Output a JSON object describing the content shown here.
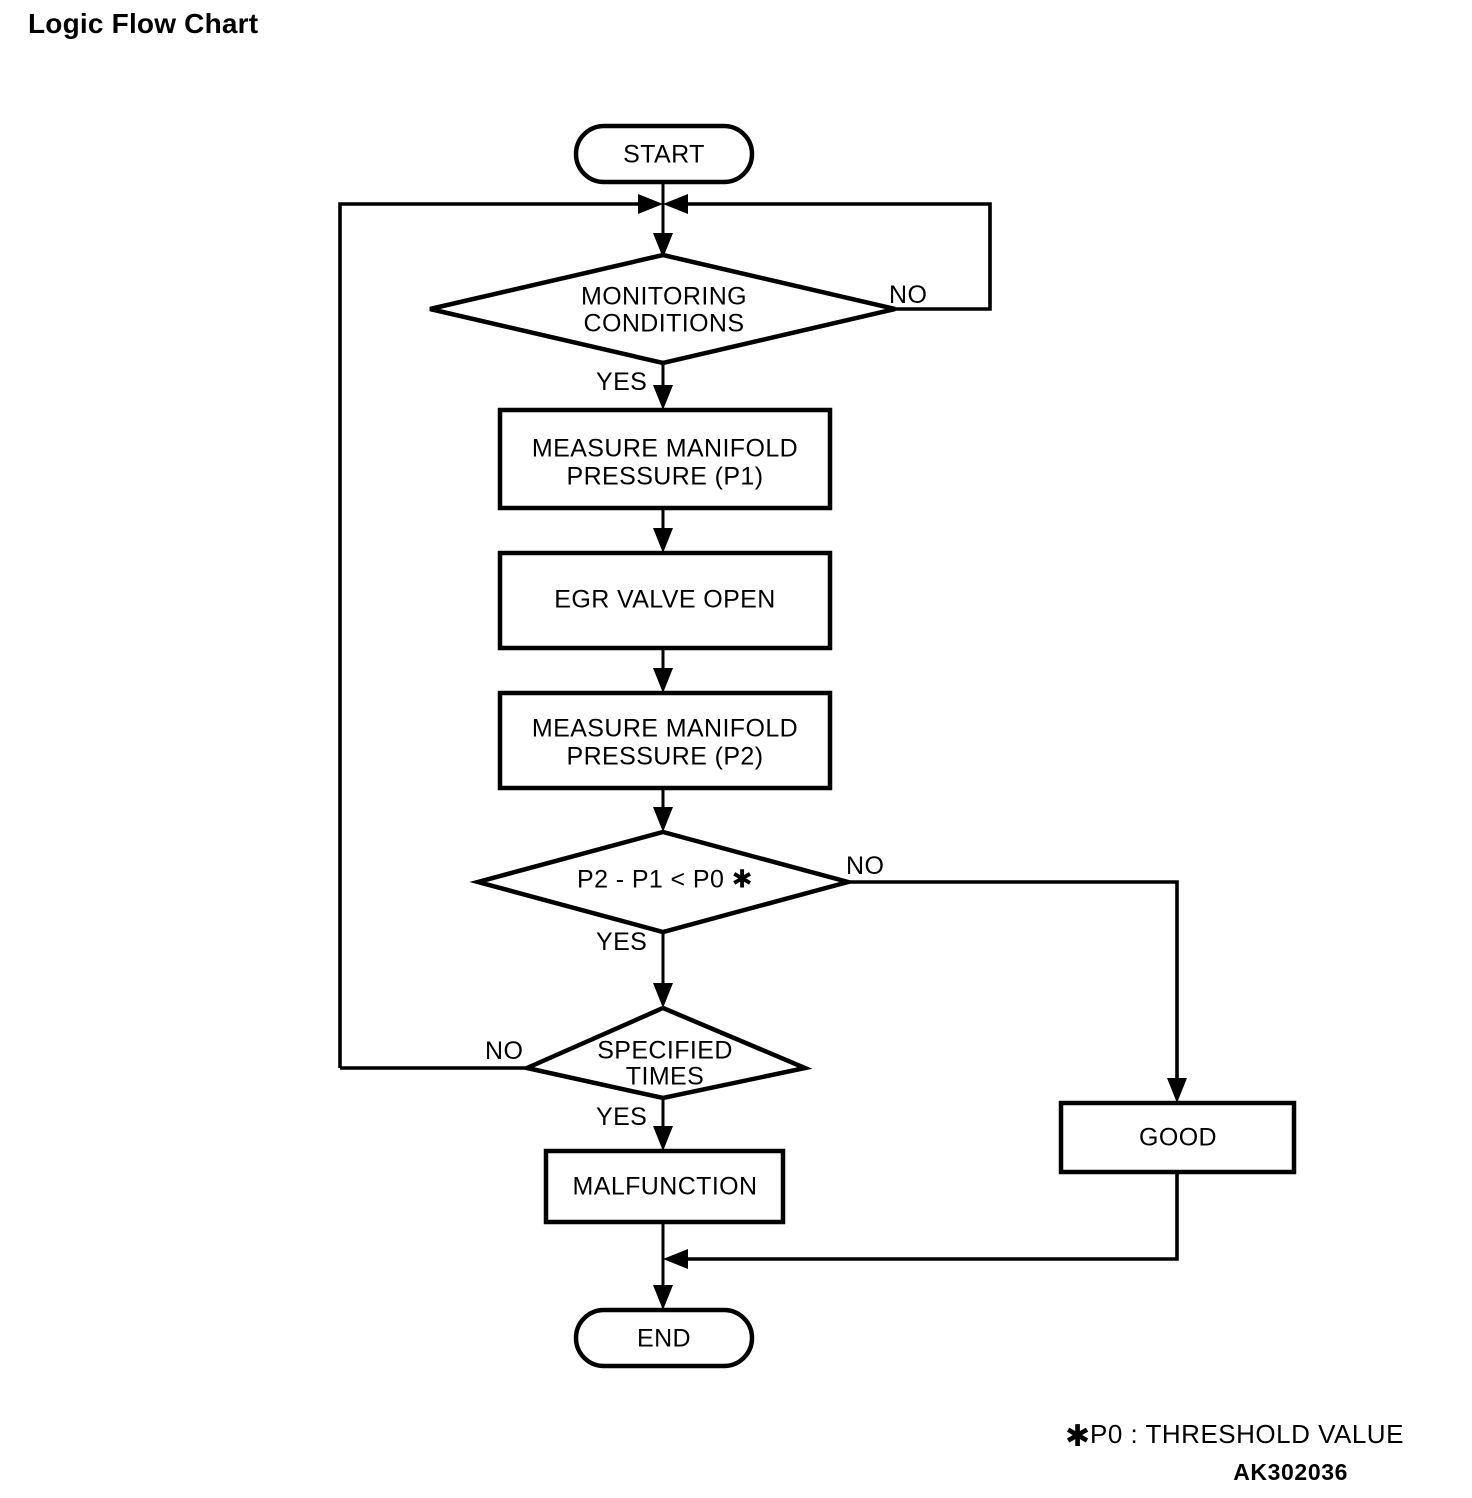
{
  "page": {
    "title": "Logic Flow Chart",
    "diagram_code": "AK302036"
  },
  "footnote": {
    "marker": "✱",
    "text": "P0 : THRESHOLD VALUE"
  },
  "nodes": {
    "start": {
      "label": "START",
      "type": "terminator"
    },
    "monitoring": {
      "label_line1": "MONITORING",
      "label_line2": "CONDITIONS",
      "type": "decision"
    },
    "measure_p1": {
      "label_line1": "MEASURE MANIFOLD",
      "label_line2": "PRESSURE (P1)",
      "type": "process"
    },
    "egr_valve": {
      "label": "EGR VALVE OPEN",
      "type": "process"
    },
    "measure_p2": {
      "label_line1": "MEASURE MANIFOLD",
      "label_line2": "PRESSURE (P2)",
      "type": "process"
    },
    "compare": {
      "label": "P2 - P1 < P0 ✱",
      "type": "decision"
    },
    "specified_times": {
      "label_line1": "SPECIFIED",
      "label_line2": "TIMES",
      "type": "decision"
    },
    "malfunction": {
      "label": "MALFUNCTION",
      "type": "process"
    },
    "good": {
      "label": "GOOD",
      "type": "process"
    },
    "end": {
      "label": "END",
      "type": "terminator"
    }
  },
  "branch_labels": {
    "monitoring_no": "NO",
    "monitoring_yes": "YES",
    "compare_no": "NO",
    "compare_yes": "YES",
    "specified_no": "NO",
    "specified_yes": "YES"
  },
  "chart_data": {
    "type": "flowchart",
    "title": "Logic Flow Chart",
    "nodes": [
      {
        "id": "start",
        "text": "START",
        "shape": "terminator"
      },
      {
        "id": "monitoring",
        "text": "MONITORING CONDITIONS",
        "shape": "decision"
      },
      {
        "id": "measure_p1",
        "text": "MEASURE MANIFOLD PRESSURE (P1)",
        "shape": "process"
      },
      {
        "id": "egr_valve",
        "text": "EGR VALVE OPEN",
        "shape": "process"
      },
      {
        "id": "measure_p2",
        "text": "MEASURE MANIFOLD PRESSURE (P2)",
        "shape": "process"
      },
      {
        "id": "compare",
        "text": "P2 - P1 < P0 ✱",
        "shape": "decision"
      },
      {
        "id": "specified_times",
        "text": "SPECIFIED TIMES",
        "shape": "decision"
      },
      {
        "id": "malfunction",
        "text": "MALFUNCTION",
        "shape": "process"
      },
      {
        "id": "good",
        "text": "GOOD",
        "shape": "process"
      },
      {
        "id": "end",
        "text": "END",
        "shape": "terminator"
      }
    ],
    "edges": [
      {
        "from": "start",
        "to": "monitoring",
        "label": ""
      },
      {
        "from": "monitoring",
        "to": "monitoring",
        "label": "NO",
        "note": "loops back to input junction above MONITORING CONDITIONS"
      },
      {
        "from": "monitoring",
        "to": "measure_p1",
        "label": "YES"
      },
      {
        "from": "measure_p1",
        "to": "egr_valve",
        "label": ""
      },
      {
        "from": "egr_valve",
        "to": "measure_p2",
        "label": ""
      },
      {
        "from": "measure_p2",
        "to": "compare",
        "label": ""
      },
      {
        "from": "compare",
        "to": "good",
        "label": "NO"
      },
      {
        "from": "compare",
        "to": "specified_times",
        "label": "YES"
      },
      {
        "from": "specified_times",
        "to": "monitoring",
        "label": "NO",
        "note": "loops back left to input junction"
      },
      {
        "from": "specified_times",
        "to": "malfunction",
        "label": "YES"
      },
      {
        "from": "malfunction",
        "to": "end",
        "label": ""
      },
      {
        "from": "good",
        "to": "end",
        "label": ""
      }
    ],
    "annotations": [
      "✱ P0 : THRESHOLD VALUE",
      "AK302036"
    ]
  }
}
